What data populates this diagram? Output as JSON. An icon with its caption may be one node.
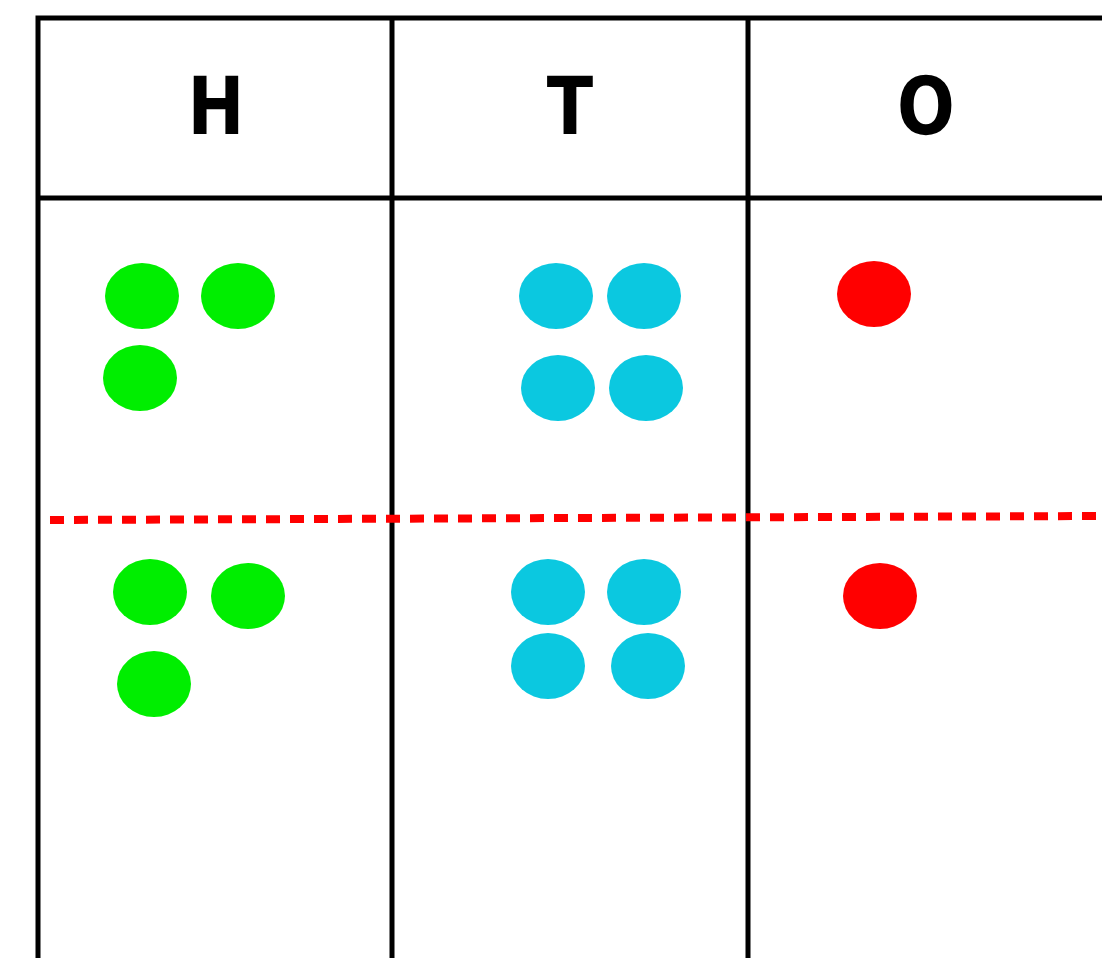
{
  "diagram": {
    "labels": [
      "H",
      "T",
      "O"
    ]
  }
}
